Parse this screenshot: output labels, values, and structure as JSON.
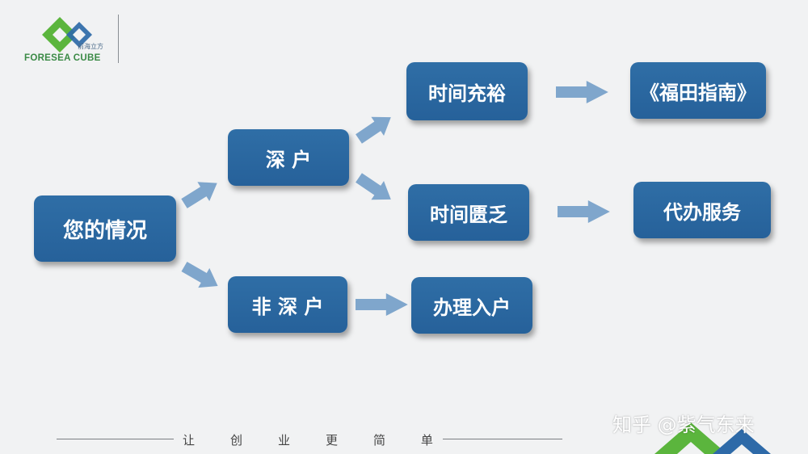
{
  "logo": {
    "brand_text": "FORESEA CUBE",
    "brand_cn": "前海立方",
    "colors": {
      "green": "#5bb53d",
      "blue": "#2e6aa8"
    }
  },
  "diagram": {
    "nodes": {
      "your_situation": "您的情况",
      "shenhu": "深 户",
      "fei_shenhu": "非 深 户",
      "time_ample": "时间充裕",
      "time_short": "时间匮乏",
      "futian_guide": "《福田指南》",
      "agency_service": "代办服务",
      "apply_hukou": "办理入户"
    },
    "node_color": "#2b679f",
    "arrow_color": "#7fa6cc"
  },
  "footer": {
    "slogan_chars": [
      "让",
      "创",
      "业",
      "更",
      "简",
      "单"
    ]
  },
  "watermark": "知乎 @紫气东来"
}
